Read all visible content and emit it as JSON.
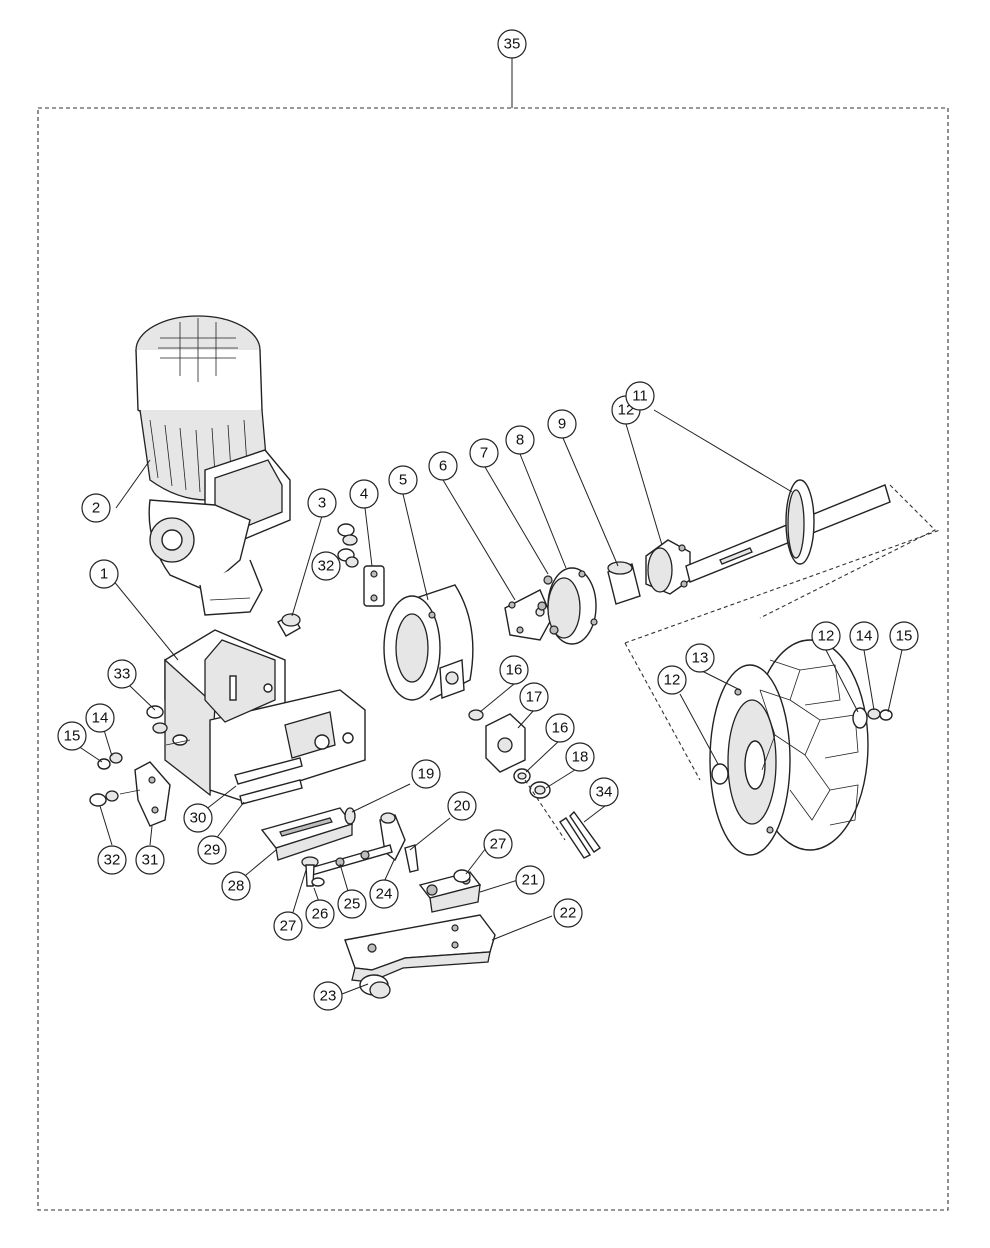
{
  "callouts": {
    "c1": "1",
    "c2": "2",
    "c3": "3",
    "c4": "4",
    "c5": "5",
    "c6": "6",
    "c7": "7",
    "c8": "8",
    "c9": "9",
    "c11": "11",
    "c12a": "12",
    "c12b": "12",
    "c12c": "12",
    "c13": "13",
    "c14a": "14",
    "c14b": "14",
    "c15a": "15",
    "c15b": "15",
    "c16a": "16",
    "c16b": "16",
    "c17": "17",
    "c18": "18",
    "c19": "19",
    "c20": "20",
    "c21": "21",
    "c22": "22",
    "c23": "23",
    "c24": "24",
    "c25": "25",
    "c26": "26",
    "c27a": "27",
    "c27b": "27",
    "c28": "28",
    "c29": "29",
    "c30": "30",
    "c31": "31",
    "c32a": "32",
    "c32b": "32",
    "c33": "33",
    "c34": "34",
    "c35": "35"
  },
  "colors": {
    "line": "#222222",
    "background": "#ffffff",
    "shade": "#e6e6e6"
  }
}
